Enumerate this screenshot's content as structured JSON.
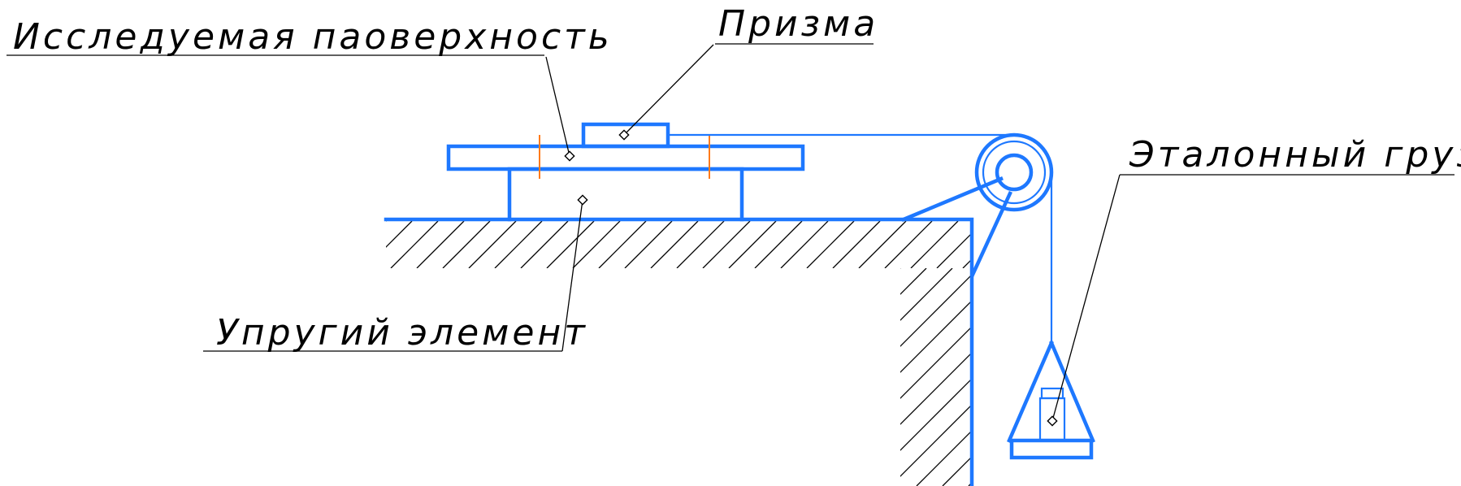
{
  "labels": {
    "surface": "Исследуемая паоверхность",
    "prism": "Призма",
    "elastic": "Упругий элемент",
    "weight": "Эталонный груз"
  },
  "colors": {
    "part": "#1e78ff",
    "hatch": "#000000",
    "axis": "#ff7a1a",
    "text": "#000000"
  }
}
